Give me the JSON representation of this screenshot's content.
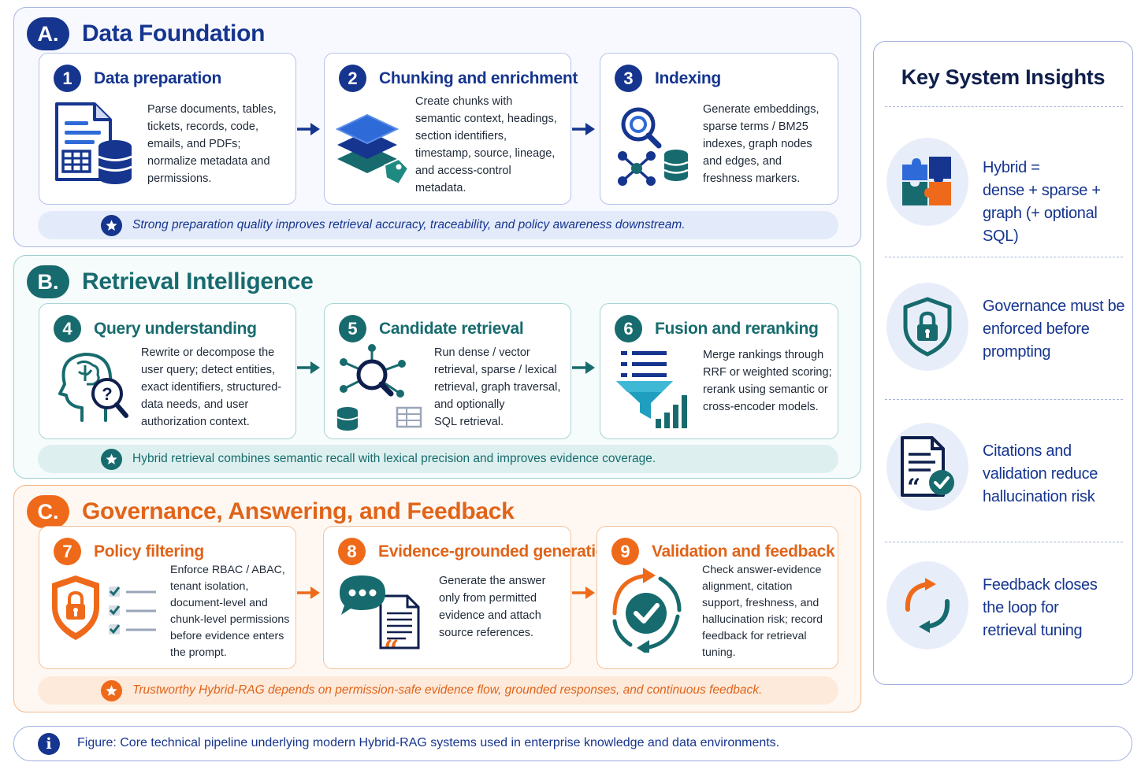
{
  "sections": {
    "a": {
      "badge": "A.",
      "title": "Data Foundation",
      "cards": [
        {
          "num": "1",
          "title": "Data preparation",
          "lines": [
            "Parse documents, tables,",
            "tickets, records, code,",
            "emails, and PDFs;",
            "normalize metadata and",
            "permissions."
          ]
        },
        {
          "num": "2",
          "title": "Chunking and enrichment",
          "lines": [
            "Create chunks with",
            "semantic context, headings,",
            "section identifiers,",
            "timestamp, source, lineage,",
            "and access-control",
            "metadata."
          ]
        },
        {
          "num": "3",
          "title": "Indexing",
          "lines": [
            "Generate embeddings,",
            "sparse terms / BM25",
            "indexes, graph nodes",
            "and edges, and",
            "freshness markers."
          ]
        }
      ],
      "note": "Strong preparation quality improves retrieval accuracy, traceability, and policy awareness downstream."
    },
    "b": {
      "badge": "B.",
      "title": "Retrieval Intelligence",
      "cards": [
        {
          "num": "4",
          "title": "Query understanding",
          "lines": [
            "Rewrite or decompose the",
            "user query; detect entities,",
            "exact identifiers, structured-",
            "data needs, and user",
            "authorization context."
          ]
        },
        {
          "num": "5",
          "title": "Candidate retrieval",
          "lines": [
            "Run dense / vector",
            "retrieval, sparse / lexical",
            "retrieval, graph traversal,",
            "and optionally",
            "SQL retrieval."
          ]
        },
        {
          "num": "6",
          "title": "Fusion and reranking",
          "lines": [
            "Merge rankings through",
            "RRF or weighted scoring;",
            "rerank using semantic or",
            "cross-encoder models."
          ]
        }
      ],
      "note": "Hybrid retrieval combines semantic recall with lexical precision and improves evidence coverage."
    },
    "c": {
      "badge": "C.",
      "title": "Governance, Answering, and Feedback",
      "cards": [
        {
          "num": "7",
          "title": "Policy filtering",
          "lines": [
            "Enforce RBAC / ABAC,",
            "tenant isolation,",
            "document-level and",
            "chunk-level permissions",
            "before evidence enters",
            "the prompt."
          ]
        },
        {
          "num": "8",
          "title": "Evidence-grounded generation",
          "lines": [
            "Generate the answer",
            "only from permitted",
            "evidence and attach",
            "source references."
          ]
        },
        {
          "num": "9",
          "title": "Validation and feedback",
          "lines": [
            "Check answer-evidence",
            "alignment, citation",
            "support, freshness, and",
            "hallucination risk; record",
            "feedback for retrieval",
            "tuning."
          ]
        }
      ],
      "note": "Trustworthy Hybrid-RAG depends on permission-safe evidence flow, grounded responses, and continuous feedback."
    }
  },
  "insights": {
    "title": "Key System Insights",
    "items": [
      {
        "icon": "puzzle-icon",
        "lines": [
          "Hybrid =",
          "dense + sparse +",
          "graph (+ optional SQL)"
        ]
      },
      {
        "icon": "shield-lock-icon",
        "lines": [
          "Governance must be",
          "enforced before",
          "prompting"
        ]
      },
      {
        "icon": "document-check-icon",
        "lines": [
          "Citations and",
          "validation reduce",
          "hallucination risk"
        ]
      },
      {
        "icon": "refresh-cycle-icon",
        "lines": [
          "Feedback closes",
          "the loop for",
          "retrieval tuning"
        ]
      }
    ]
  },
  "caption": "Figure: Core technical pipeline underlying modern Hybrid-RAG systems used in enterprise knowledge and data environments.",
  "colors": {
    "navy": "#16358f",
    "teal": "#176b6e",
    "orange": "#ee6a1a"
  }
}
